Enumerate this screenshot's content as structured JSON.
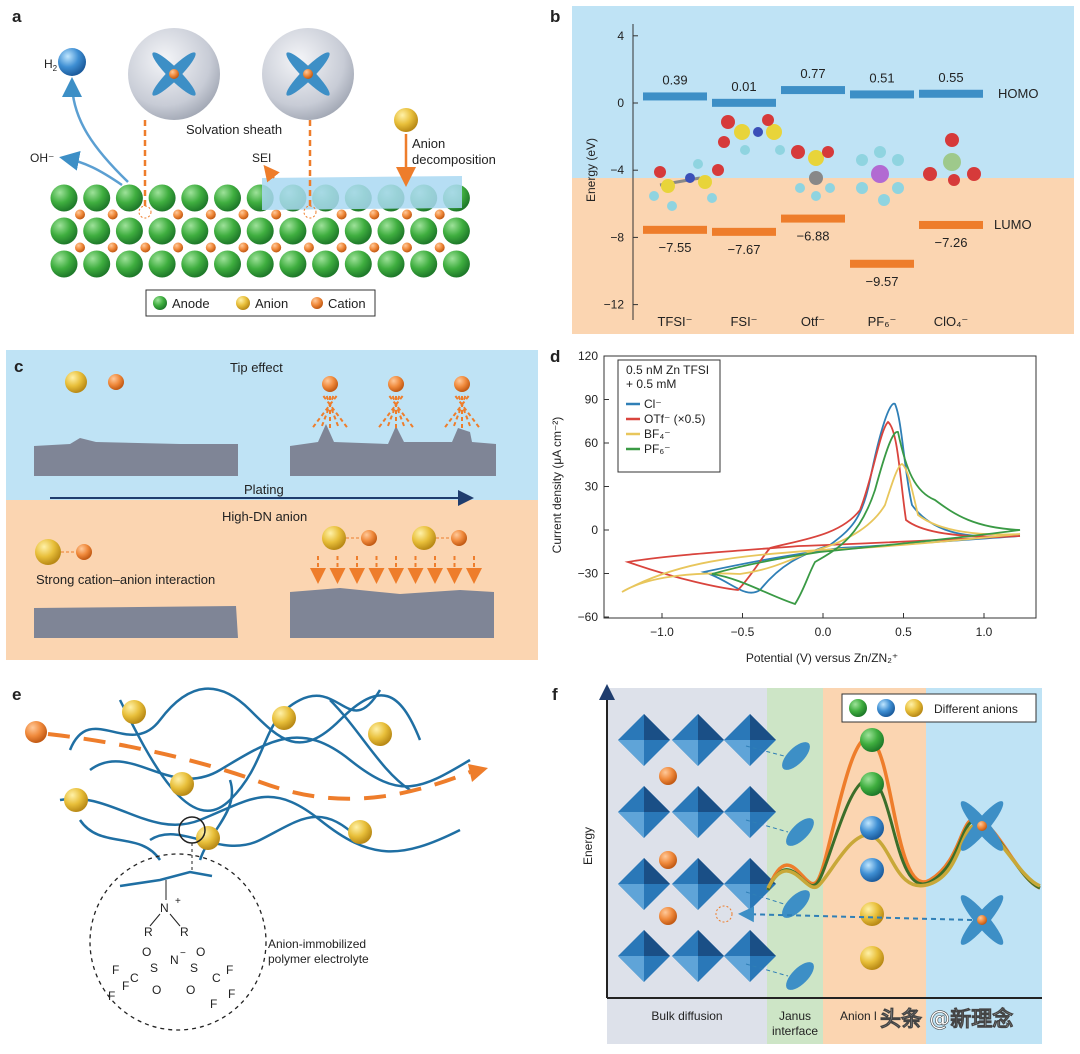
{
  "panel_a": {
    "label": "a",
    "h2": "H",
    "h2_sub": "2",
    "oh": "OH⁻",
    "solvation": "Solvation sheath",
    "sei": "SEI",
    "anion_decomp_1": "Anion",
    "anion_decomp_2": "decomposition",
    "legend": [
      "Anode",
      "Anion",
      "Cation"
    ]
  },
  "panel_b": {
    "label": "b",
    "ylabel": "Energy (eV)",
    "yticks": [
      "4",
      "0",
      "−4",
      "−8",
      "−12"
    ],
    "homo_label": "HOMO",
    "lumo_label": "LUMO",
    "anions": [
      "TFSI⁻",
      "FSI⁻",
      "Otf⁻",
      "PF₆⁻",
      "ClO₄⁻"
    ],
    "homo_values": [
      "0.39",
      "0.01",
      "0.77",
      "0.51",
      "0.55"
    ],
    "lumo_values": [
      "−7.55",
      "−7.67",
      "−6.88",
      "−9.57",
      "−7.26"
    ],
    "colors": {
      "homo": "#3d8fc6",
      "lumo": "#ee7d2b",
      "top_bg": "#bfe3f5",
      "bottom_bg": "#fbd5b1"
    }
  },
  "chart_data": {
    "type": "bar",
    "categories": [
      "TFSI⁻",
      "FSI⁻",
      "Otf⁻",
      "PF₆⁻",
      "ClO₄⁻"
    ],
    "series": [
      {
        "name": "HOMO",
        "values": [
          0.39,
          0.01,
          0.77,
          0.51,
          0.55
        ]
      },
      {
        "name": "LUMO",
        "values": [
          -7.55,
          -7.67,
          -6.88,
          -9.57,
          -7.26
        ]
      }
    ],
    "ylabel": "Energy (eV)",
    "ylim": [
      -13,
      5
    ]
  },
  "panel_c": {
    "label": "c",
    "tip": "Tip effect",
    "plating": "Plating",
    "highdn": "High-DN anion",
    "strong": "Strong cation–anion interaction"
  },
  "panel_d": {
    "label": "d",
    "legend_title_1": "0.5 nM Zn TFSI",
    "legend_title_2": "+ 0.5 mM",
    "series_names": [
      "Cl⁻",
      "OTf⁻ (×0.5)",
      "BF₄⁻",
      "PF₆⁻"
    ],
    "series_colors": [
      "#2f7fb6",
      "#d9443d",
      "#e8c65c",
      "#3a9a45"
    ],
    "xlabel": "Potential (V) versus Zn/ZN₂⁺",
    "ylabel": "Current density (μA cm⁻²)",
    "xticks": [
      "−1.0",
      "−0.5",
      "0.0",
      "0.5",
      "1.0"
    ],
    "yticks": [
      "120",
      "90",
      "60",
      "30",
      "0",
      "−30",
      "−60"
    ]
  },
  "panel_e": {
    "label": "e",
    "caption_1": "Anion-immobilized",
    "caption_2": "polymer electrolyte"
  },
  "panel_f": {
    "label": "f",
    "ylabel": "Energy",
    "legend": "Different anions",
    "bulk": "Bulk diffusion",
    "janus_1": "Janus",
    "janus_2": "interface",
    "anion": "Anion l"
  },
  "watermark": "头条 @新理念"
}
